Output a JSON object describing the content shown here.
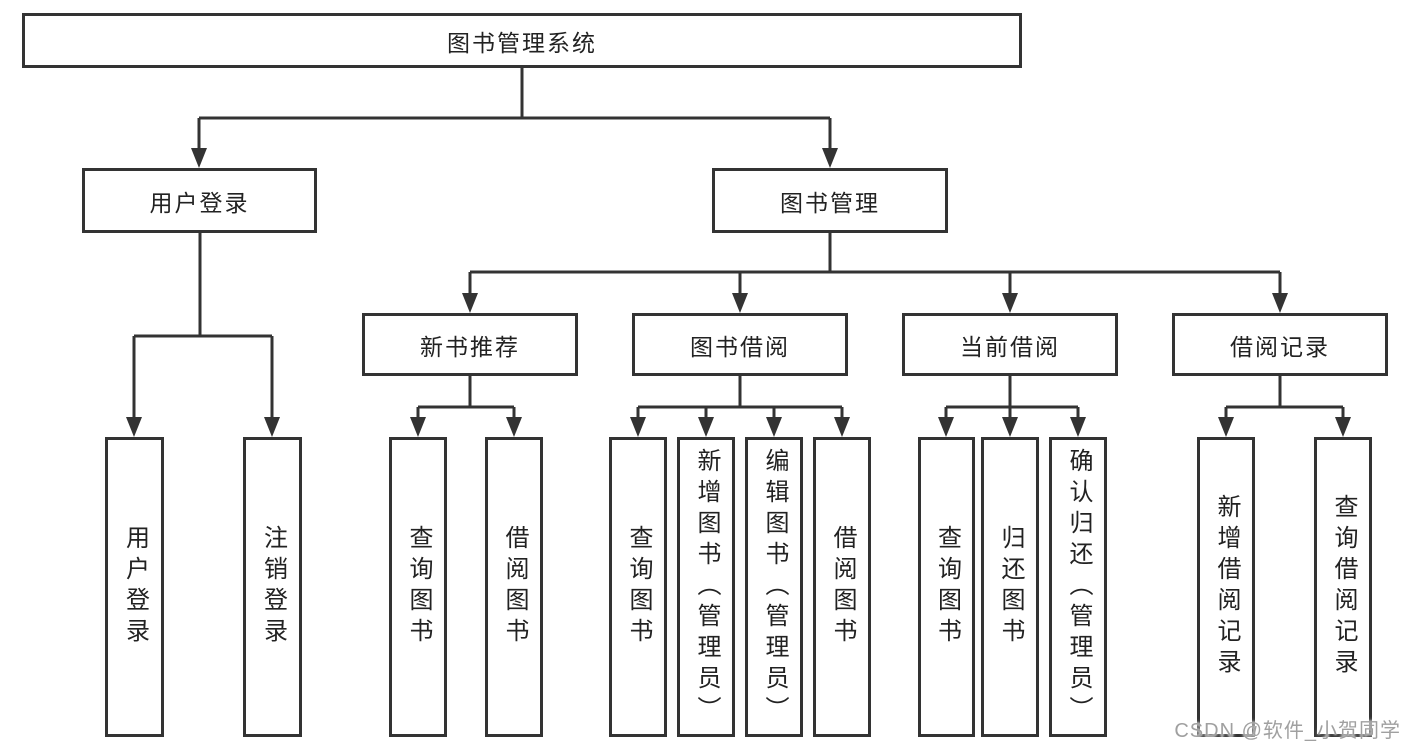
{
  "diagram": {
    "title": "图书管理系统",
    "level2": [
      {
        "label": "用户登录",
        "children": [
          "用户登录",
          "注销登录"
        ]
      },
      {
        "label": "图书管理",
        "sections": [
          {
            "label": "新书推荐",
            "children": [
              "查询图书",
              "借阅图书"
            ]
          },
          {
            "label": "图书借阅",
            "children": [
              "查询图书",
              "新增图书（管理员）",
              "编辑图书（管理员）",
              "借阅图书"
            ]
          },
          {
            "label": "当前借阅",
            "children": [
              "查询图书",
              "归还图书",
              "确认归还（管理员）"
            ]
          },
          {
            "label": "借阅记录",
            "children": [
              "新增借阅记录",
              "查询借阅记录"
            ]
          }
        ]
      }
    ]
  },
  "watermark": {
    "label": "CSDN @软件_小贺同学"
  },
  "colors": {
    "line": "#333333",
    "box_border": "#333333",
    "text": "#222222",
    "watermark": "#a0a0a0",
    "background": "#ffffff"
  }
}
